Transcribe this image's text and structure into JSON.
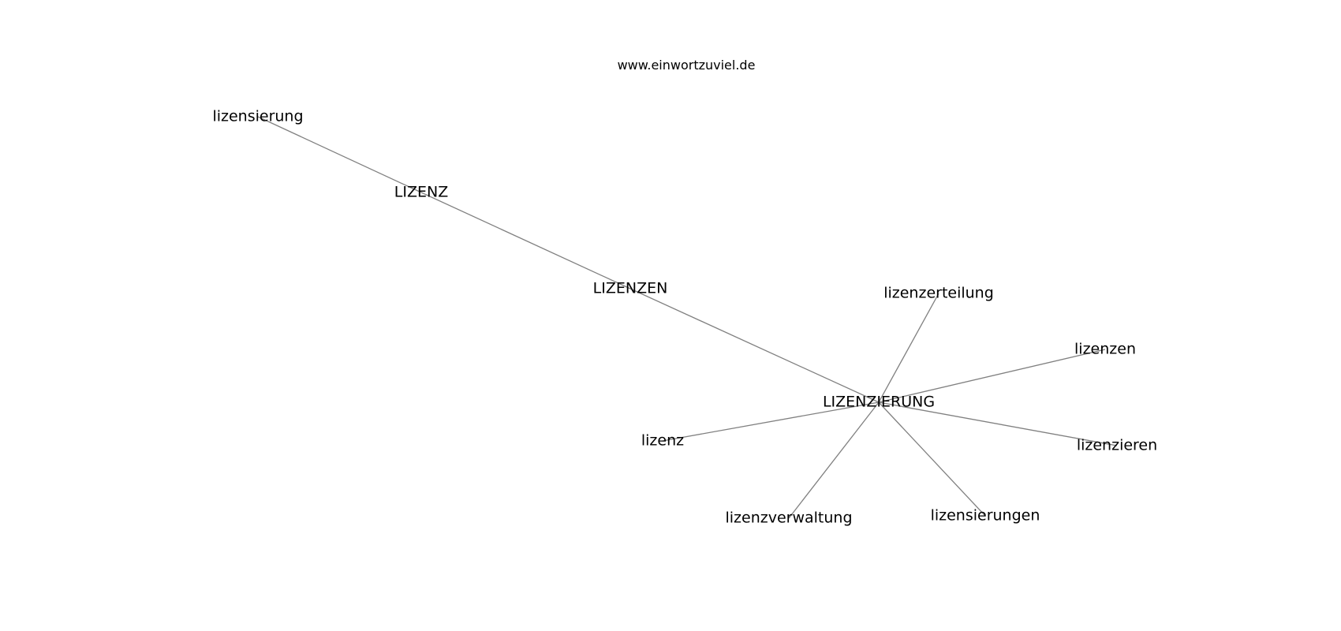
{
  "watermark": "www.einwortzuviel.de",
  "graph": {
    "nodes": [
      {
        "id": "lizensierung",
        "label": "lizensierung"
      },
      {
        "id": "LIZENZ",
        "label": "LIZENZ"
      },
      {
        "id": "LIZENZEN",
        "label": "LIZENZEN"
      },
      {
        "id": "LIZENZIERUNG",
        "label": "LIZENZIERUNG"
      },
      {
        "id": "lizenzerteilung",
        "label": "lizenzerteilung"
      },
      {
        "id": "lizenzen",
        "label": "lizenzen"
      },
      {
        "id": "lizenzieren",
        "label": "lizenzieren"
      },
      {
        "id": "lizenz",
        "label": "lizenz"
      },
      {
        "id": "lizenzverwaltung",
        "label": "lizenzverwaltung"
      },
      {
        "id": "lizensierungen",
        "label": "lizensierungen"
      }
    ],
    "edges": [
      {
        "source": "lizensierung",
        "target": "LIZENZ"
      },
      {
        "source": "LIZENZ",
        "target": "LIZENZEN"
      },
      {
        "source": "LIZENZEN",
        "target": "LIZENZIERUNG"
      },
      {
        "source": "LIZENZIERUNG",
        "target": "lizenzerteilung"
      },
      {
        "source": "LIZENZIERUNG",
        "target": "lizenzen"
      },
      {
        "source": "LIZENZIERUNG",
        "target": "lizenzieren"
      },
      {
        "source": "LIZENZIERUNG",
        "target": "lizenz"
      },
      {
        "source": "LIZENZIERUNG",
        "target": "lizenzverwaltung"
      },
      {
        "source": "LIZENZIERUNG",
        "target": "lizensierungen"
      }
    ]
  }
}
